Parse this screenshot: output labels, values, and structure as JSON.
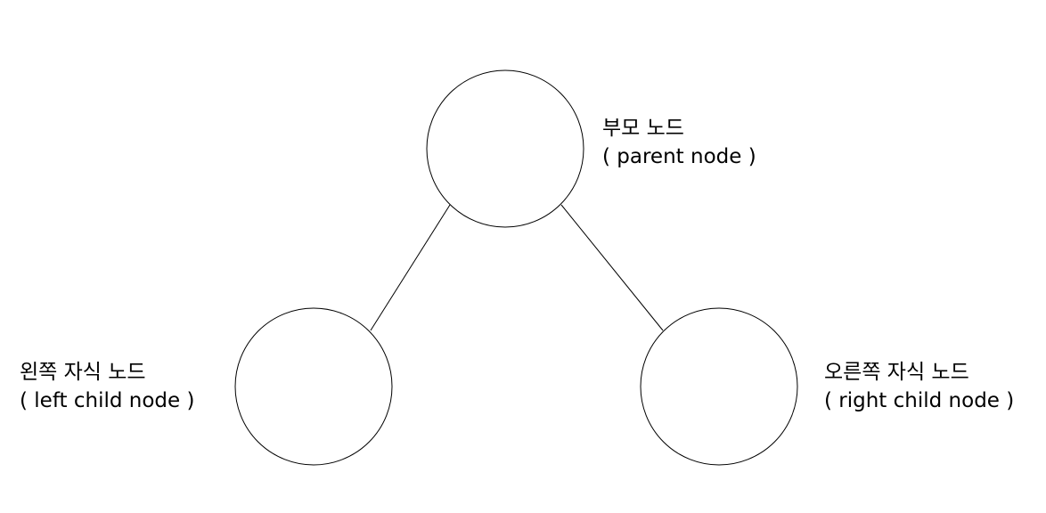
{
  "diagram": {
    "type": "binary-tree",
    "nodes": {
      "parent": {
        "label_ko": "부모 노드",
        "label_en": "( parent node )"
      },
      "left_child": {
        "label_ko": "왼쪽 자식 노드",
        "label_en": "( left child node )"
      },
      "right_child": {
        "label_ko": "오른쪽 자식 노드",
        "label_en": "( right child node )"
      }
    },
    "edges": [
      {
        "from": "parent",
        "to": "left_child"
      },
      {
        "from": "parent",
        "to": "right_child"
      }
    ],
    "colors": {
      "stroke": "#000000",
      "fill": "#ffffff",
      "text": "#000000"
    }
  }
}
